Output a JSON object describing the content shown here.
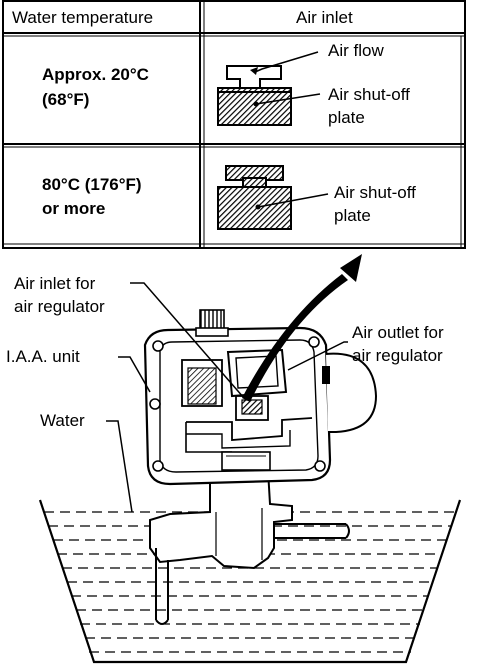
{
  "table": {
    "col_water_header": "Water temperature",
    "col_air_header": "Air inlet",
    "row1": {
      "temp_line1": "Approx. 20°C",
      "temp_line2": "(68°F)",
      "label_air_flow": "Air flow",
      "label_plate_line1": "Air shut-off",
      "label_plate_line2": "plate"
    },
    "row2": {
      "temp_line1": "80°C (176°F)",
      "temp_line2": "or more",
      "label_plate_line1": "Air shut-off",
      "label_plate_line2": "plate"
    }
  },
  "diagram": {
    "air_inlet_line1": "Air inlet for",
    "air_inlet_line2": "air regulator",
    "air_outlet_line1": "Air outlet for",
    "air_outlet_line2": "air regulator",
    "iaa_unit": "I.A.A. unit",
    "water": "Water"
  }
}
